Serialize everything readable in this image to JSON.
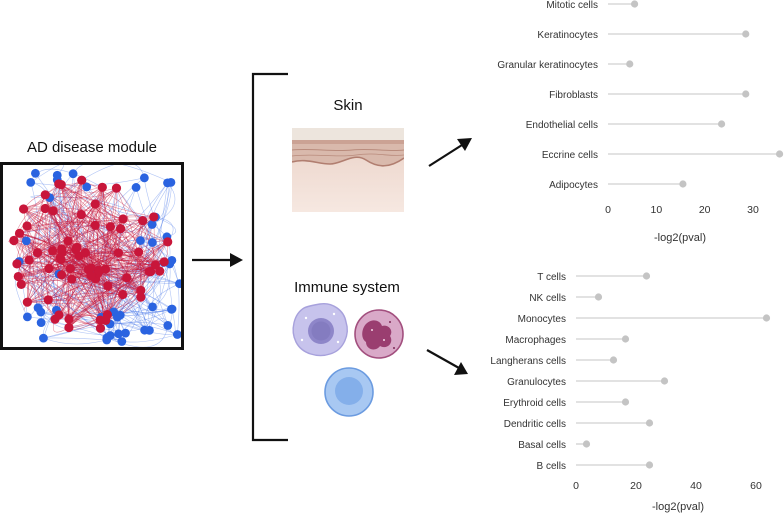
{
  "module": {
    "title": "AD disease module",
    "colors": {
      "red": "#c8163a",
      "blue": "#2a63e0",
      "edge_red": "#c8163a",
      "edge_blue": "#4f7de8"
    }
  },
  "skin": {
    "label": "Skin"
  },
  "immune": {
    "label": "Immune system"
  },
  "chart_data": [
    {
      "type": "lollipop",
      "name": "skin-cell-types",
      "categories": [
        "Mitotic cells",
        "Keratinocytes",
        "Granular keratinocytes",
        "Fibroblasts",
        "Endothelial cells",
        "Eccrine cells",
        "Adipocytes"
      ],
      "values": [
        5.5,
        28.5,
        4.5,
        28.5,
        23.5,
        35.5,
        15.5
      ],
      "xlabel": "-log2(pval)",
      "xlim": [
        0,
        36
      ],
      "xticks": [
        0,
        10,
        20,
        30
      ],
      "grid": false,
      "colors": {
        "stem": "#d0d0d0",
        "dot": "#c4c4c4"
      }
    },
    {
      "type": "lollipop",
      "name": "immune-cell-types",
      "categories": [
        "T cells",
        "NK cells",
        "Monocytes",
        "Macrophages",
        "Langherans cells",
        "Granulocytes",
        "Erythroid cells",
        "Dendritic cells",
        "Basal cells",
        "B cells"
      ],
      "values": [
        23.5,
        7.5,
        63.5,
        16.5,
        12.5,
        29.5,
        16.5,
        24.5,
        3.5,
        24.5
      ],
      "xlabel": "-log2(pval)",
      "xlim": [
        0,
        64
      ],
      "xticks": [
        0,
        20,
        40,
        60
      ],
      "grid": false,
      "colors": {
        "stem": "#d0d0d0",
        "dot": "#c4c4c4"
      }
    }
  ]
}
